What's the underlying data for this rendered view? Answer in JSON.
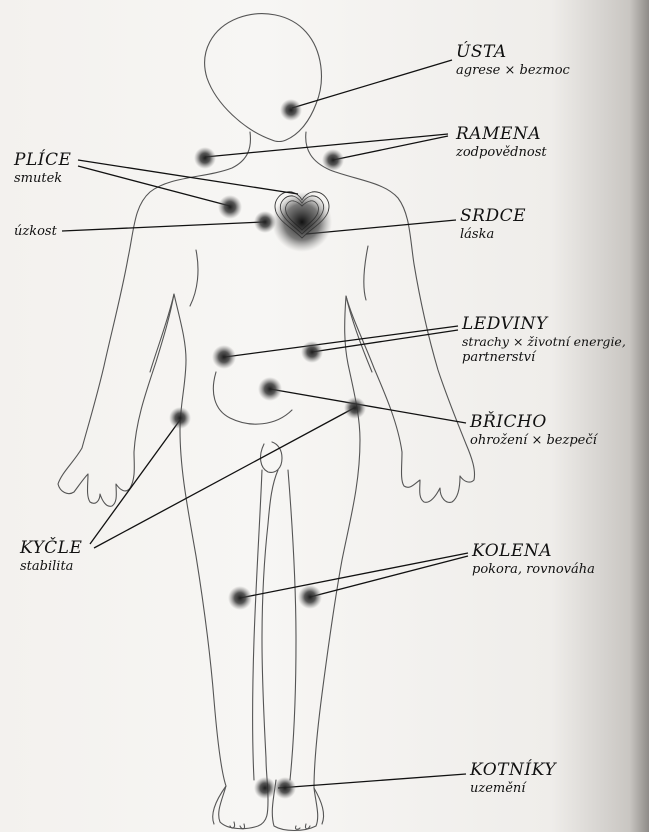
{
  "labels": {
    "usta": {
      "title": "ÚSTA",
      "subtitle": "agrese × bezmoc"
    },
    "ramena": {
      "title": "RAMENA",
      "subtitle": "zodpovědnost"
    },
    "plice": {
      "title": "PLÍCE",
      "subtitle": "smutek"
    },
    "uzkost": {
      "subtitle": "úzkost"
    },
    "srdce": {
      "title": "SRDCE",
      "subtitle": "láska"
    },
    "ledviny": {
      "title": "LEDVINY",
      "subtitle": "strachy × životní energie,",
      "subtitle2": "partnerství"
    },
    "bricho": {
      "title": "BŘICHO",
      "subtitle": "ohrožení × bezpečí"
    },
    "kycle": {
      "title": "KYČLE",
      "subtitle": "stabilita"
    },
    "kolena": {
      "title": "KOLENA",
      "subtitle": "pokora, rovnováha"
    },
    "kotniky": {
      "title": "KOTNÍKY",
      "subtitle": "uzemění"
    }
  },
  "colors": {
    "ink": "#111111",
    "spot": "#2a2a2a",
    "outline": "#555555"
  }
}
